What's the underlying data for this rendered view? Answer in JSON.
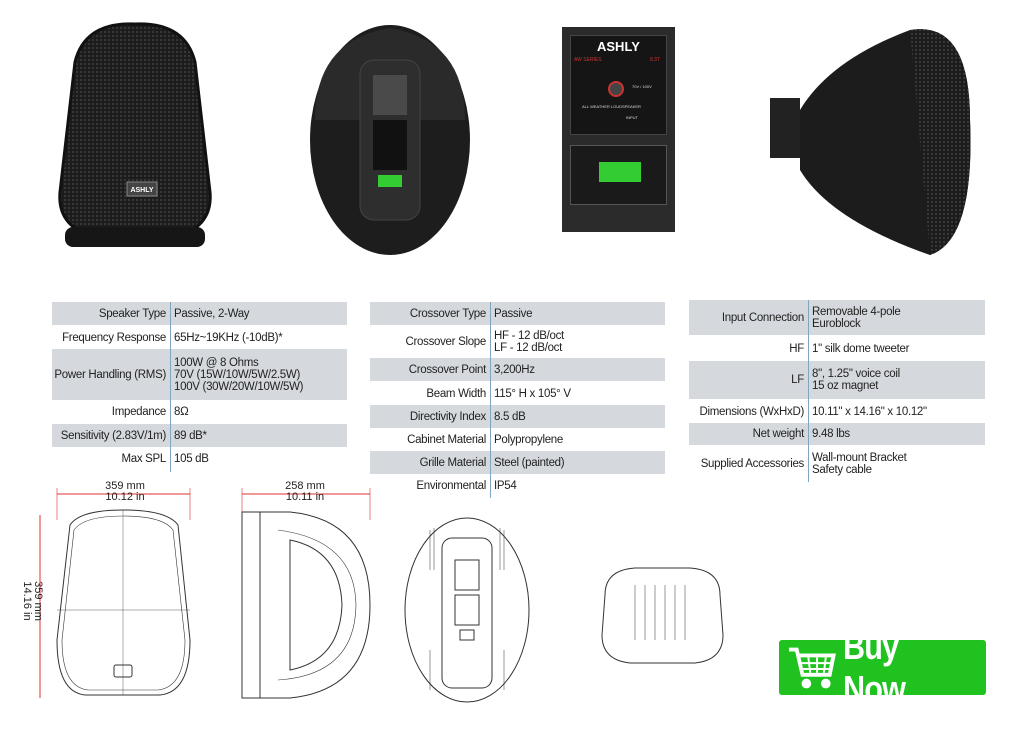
{
  "photos": {
    "front_logo": "ASHLY",
    "rear_panel": {
      "brand": "ASHLY",
      "series": "AW SERIES",
      "model": "8.3T",
      "label": "ALL WEATHER LOUDSPEAKER",
      "input_label": "INPUT",
      "taps_label": "70V / 100V"
    }
  },
  "specs": {
    "table1": [
      {
        "key": "Speaker Type",
        "value": "Passive, 2-Way"
      },
      {
        "key": "Frequency Response",
        "value": "65Hz~19KHz (-10dB)*"
      },
      {
        "key": "Power Handling (RMS)",
        "value": "100W @ 8 Ohms\n70V (15W/10W/5W/2.5W)\n100V (30W/20W/10W/5W)"
      },
      {
        "key": "Impedance",
        "value": "8Ω"
      },
      {
        "key": "Sensitivity (2.83V/1m)",
        "value": "89 dB*"
      },
      {
        "key": "Max SPL",
        "value": "105 dB"
      }
    ],
    "table2": [
      {
        "key": "Crossover Type",
        "value": "Passive"
      },
      {
        "key": "Crossover Slope",
        "value": "HF - 12 dB/oct\nLF - 12 dB/oct"
      },
      {
        "key": "Crossover Point",
        "value": "3,200Hz"
      },
      {
        "key": "Beam Width",
        "value": "115° H x 105° V"
      },
      {
        "key": "Directivity Index",
        "value": "8.5 dB"
      },
      {
        "key": "Cabinet Material",
        "value": "Polypropylene"
      },
      {
        "key": "Grille Material",
        "value": "Steel (painted)"
      },
      {
        "key": "Environmental",
        "value": "IP54"
      }
    ],
    "table3": [
      {
        "key": "Input Connection",
        "value": "Removable 4-pole\nEuroblock"
      },
      {
        "key": "HF",
        "value": "1\" silk dome tweeter"
      },
      {
        "key": "LF",
        "value": "8\", 1.25\" voice coil\n15 oz magnet"
      },
      {
        "key": "Dimensions (WxHxD)",
        "value": "10.11\" x 14.16\" x 10.12\""
      },
      {
        "key": "Net weight",
        "value": "9.48 lbs"
      },
      {
        "key": "Supplied Accessories",
        "value": "Wall-mount Bracket\nSafety cable"
      }
    ]
  },
  "dimensions": {
    "front_width": "359 mm\n10.12 in",
    "front_height": "359 mm\n14.16 in",
    "side_depth": "258 mm\n10.11 in"
  },
  "buy_button": {
    "label": "Buy Now"
  },
  "colors": {
    "buy": "#1fc21f",
    "row_shade": "#d5d9de",
    "dim_line": "#e03030"
  }
}
